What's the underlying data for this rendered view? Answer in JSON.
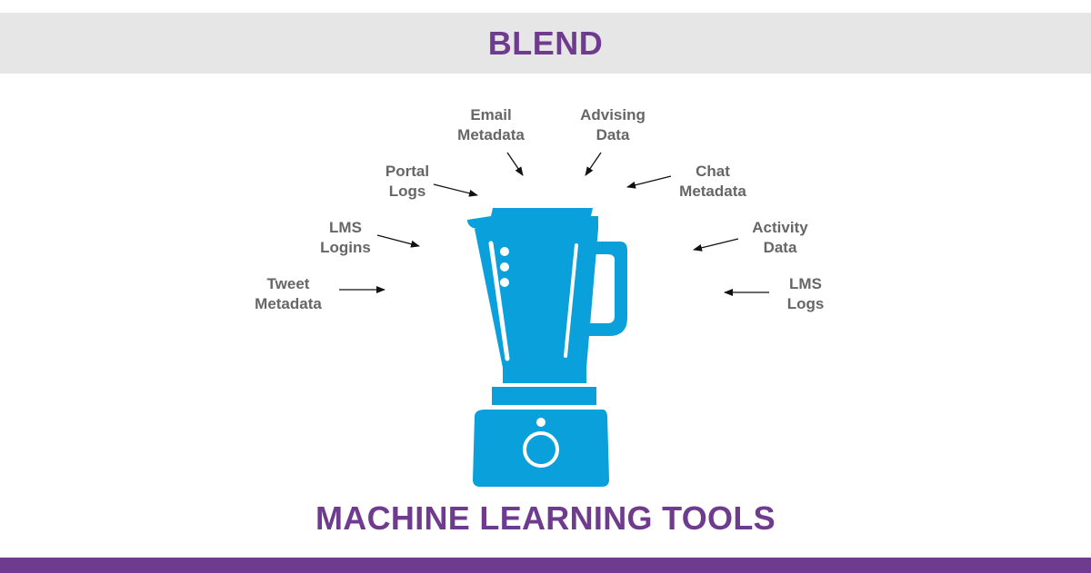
{
  "header": {
    "title": "BLEND"
  },
  "sources": [
    {
      "id": "email-metadata",
      "label": "Email\nMetadata"
    },
    {
      "id": "advising-data",
      "label": "Advising\nData"
    },
    {
      "id": "portal-logs",
      "label": "Portal\nLogs"
    },
    {
      "id": "chat-metadata",
      "label": "Chat\nMetadata"
    },
    {
      "id": "lms-logins",
      "label": "LMS\nLogins"
    },
    {
      "id": "activity-data",
      "label": "Activity\nData"
    },
    {
      "id": "tweet-metadata",
      "label": "Tweet\nMetadata"
    },
    {
      "id": "lms-logs",
      "label": "LMS\nLogs"
    }
  ],
  "blender": {
    "icon": "blender-icon",
    "color": "#0aa0dc"
  },
  "footer": {
    "title": "MACHINE LEARNING TOOLS"
  },
  "colors": {
    "accent": "#6e3b8e",
    "header_band": "#e6e6e6",
    "label_text": "#666666",
    "arrow": "#111111"
  }
}
